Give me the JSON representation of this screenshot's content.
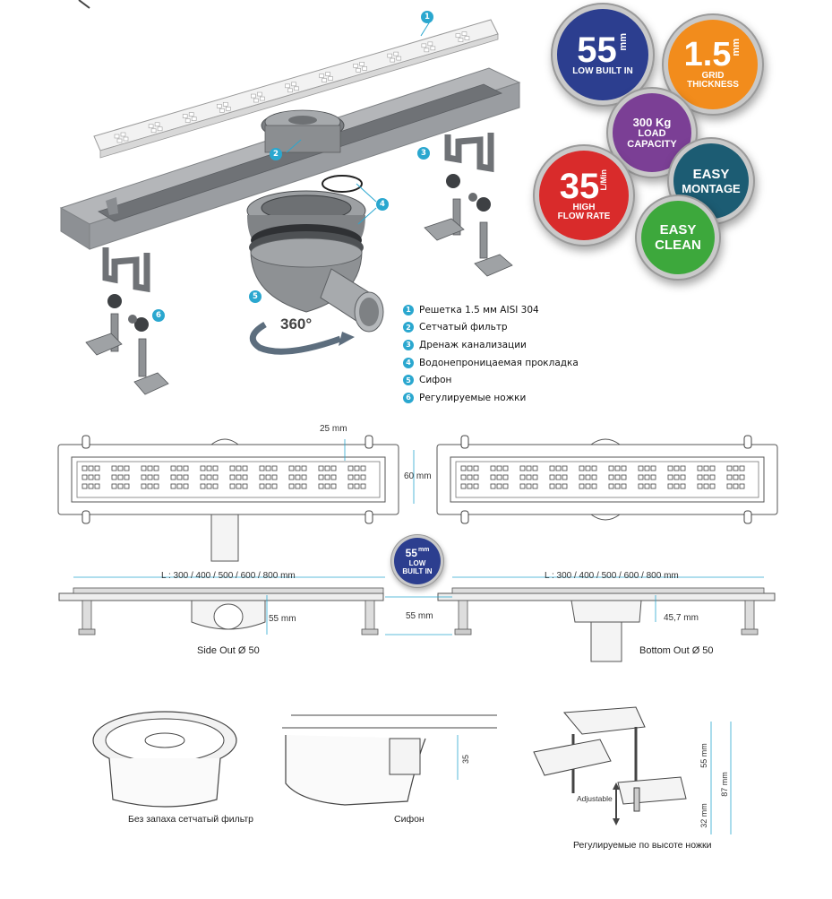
{
  "badges": {
    "low_built_in": {
      "value": "55",
      "unit": "mm",
      "label": "LOW BUILT IN",
      "color": "#2c3e8f"
    },
    "grid_thickness": {
      "value": "1.5",
      "unit": "mm",
      "label_line1": "GRID",
      "label_line2": "THICKNESS",
      "color": "#f28c1c"
    },
    "load_capacity": {
      "value": "300 Kg",
      "label_line1": "LOAD",
      "label_line2": "CAPACITY",
      "color": "#7b3f95"
    },
    "easy_montage": {
      "line1": "EASY",
      "line2": "MONTAGE",
      "color": "#1c5c73"
    },
    "flow_rate": {
      "value": "35",
      "unit": "L/Min",
      "label_line1": "HIGH",
      "label_line2": "FLOW RATE",
      "color": "#d92b2b"
    },
    "easy_clean": {
      "line1": "EASY",
      "line2": "CLEAN",
      "color": "#3da83c"
    }
  },
  "callouts": [
    "1",
    "2",
    "3",
    "4",
    "5",
    "6"
  ],
  "rotation_label": "360°",
  "legend": [
    {
      "num": "1",
      "text": "Решетка 1.5 мм AISI 304"
    },
    {
      "num": "2",
      "text": "Сетчатый фильтр"
    },
    {
      "num": "3",
      "text": "Дренаж канализации"
    },
    {
      "num": "4",
      "text": "Водонепроницаемая прокладка"
    },
    {
      "num": "5",
      "text": "Сифон"
    },
    {
      "num": "6",
      "text": "Регулируемые ножки"
    }
  ],
  "top_view": {
    "dim_gap": "25 mm",
    "dim_width": "60 mm"
  },
  "side_view": {
    "length_left": "L : 300 / 400 / 500 / 600 / 800 mm",
    "length_right": "L : 300 / 400 / 500 / 600 / 800 mm",
    "height_left": "55 mm",
    "height_center": "55 mm",
    "height_right": "45,7 mm",
    "label_side_out": "Side Out Ø 50",
    "label_bottom_out": "Bottom Out Ø 50",
    "badge_value": "55",
    "badge_unit": "mm",
    "badge_line1": "LOW",
    "badge_line2": "BUILT IN"
  },
  "details": {
    "filter_caption": "Без запаха сетчатый фильтр",
    "siphon_caption": "Сифон",
    "siphon_dim": "35",
    "feet_caption": "Регулируемые по высоте ножки",
    "feet_adjustable": "Adjustable",
    "feet_dim_55": "55 mm",
    "feet_dim_32": "32 mm",
    "feet_dim_87": "87 mm"
  }
}
